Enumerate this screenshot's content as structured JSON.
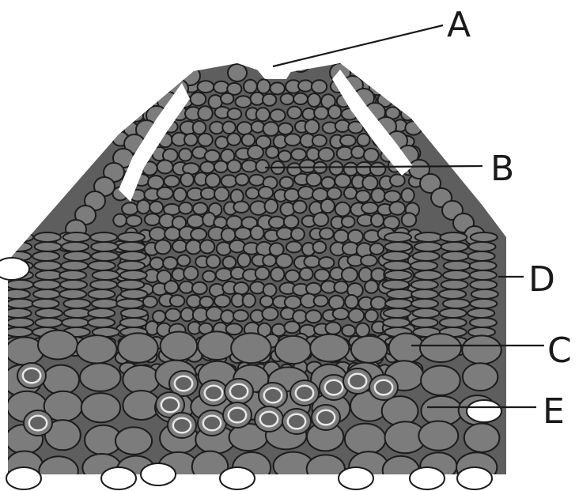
{
  "diagram": {
    "labels": [
      {
        "id": "A",
        "text": "A"
      },
      {
        "id": "B",
        "text": "B"
      },
      {
        "id": "C",
        "text": "C"
      },
      {
        "id": "D",
        "text": "D"
      },
      {
        "id": "E",
        "text": "E"
      }
    ]
  },
  "colors": {
    "background": "#ffffff",
    "cell_fill": "#7c7c7c",
    "cell_fill_dark": "#636363",
    "cell_wall": "#1c1c1c",
    "label_ink": "#1a1a1a"
  }
}
